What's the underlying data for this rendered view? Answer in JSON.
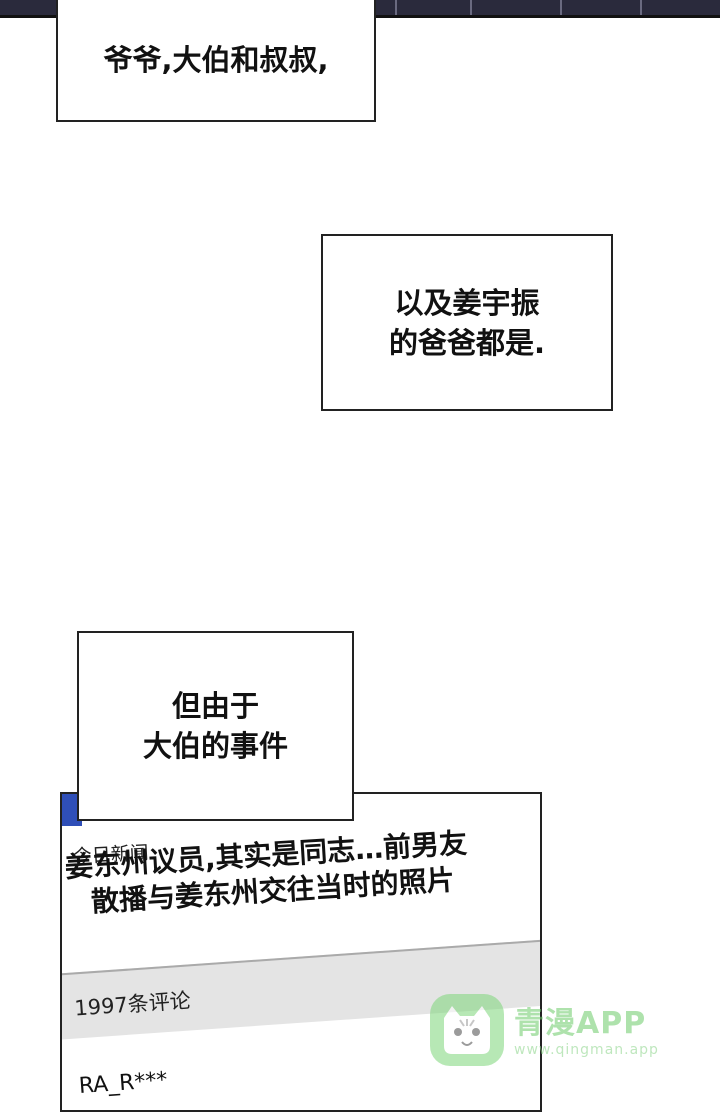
{
  "bubbles": {
    "first": {
      "line1": "爷爷,大伯和叔叔,"
    },
    "second": {
      "line1": "以及姜宇振",
      "line2": "的爸爸都是."
    },
    "third": {
      "line1": "但由于",
      "line2": "大伯的事件"
    }
  },
  "phone": {
    "section_label": "今日新闻",
    "headline_line1": "姜东州议员,其实是同志…前男友",
    "headline_line2": "散播与姜东州交往当时的照片",
    "comments_label": "1997条评论",
    "comment_user": "RA_R***"
  },
  "watermark": {
    "title": "青漫APP",
    "url": "www.qingman.app",
    "icon": "cat-mascot-icon"
  },
  "colors": {
    "phone_tab": "#2f4fb8",
    "watermark_green": "#6ccc6a"
  }
}
